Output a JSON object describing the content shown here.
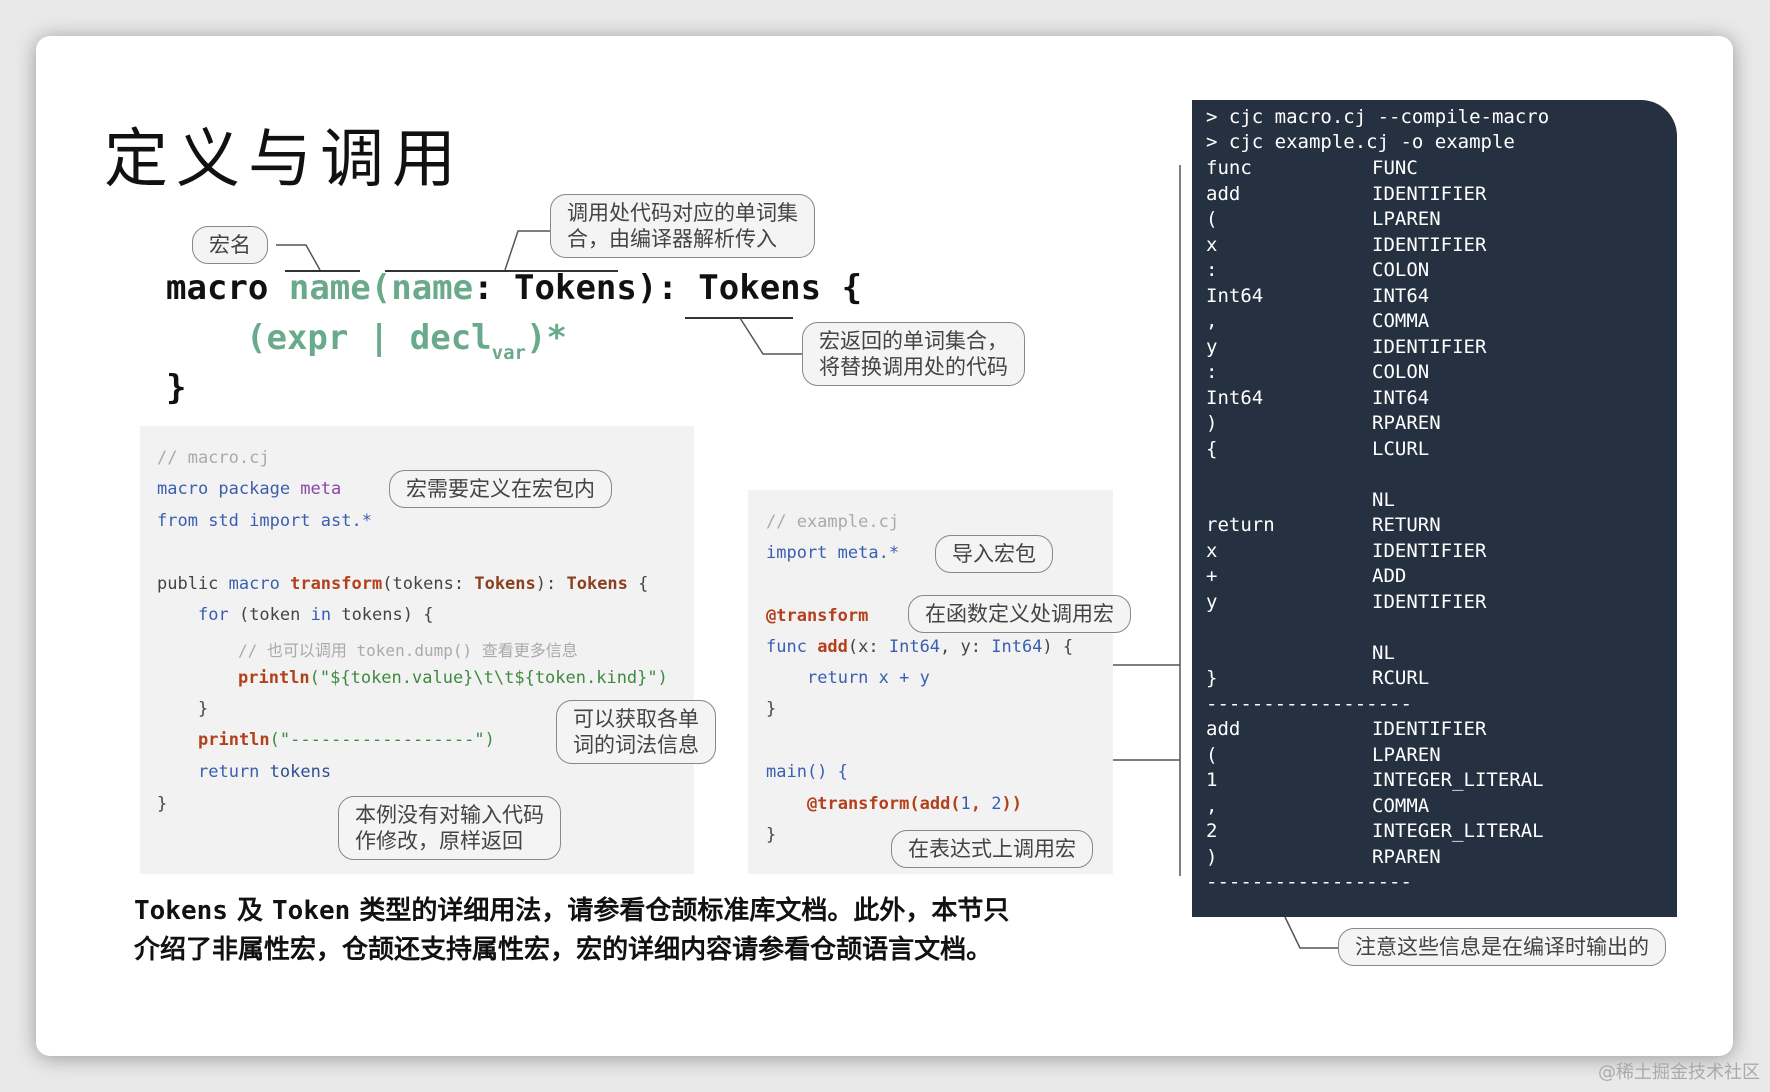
{
  "title": "定义与调用",
  "signature": {
    "kw_macro": "macro",
    "name1": "name",
    "paren_open": "(",
    "name2": "name",
    "colon_tokens": ": Tokens",
    "close_ret": "): ",
    "tokens_ret": "Tokens",
    "brace_open": " {",
    "body_open": "(expr | decl",
    "body_sub": "var",
    "body_close": ")*",
    "brace_close": "}"
  },
  "callouts": {
    "macro_name": "宏名",
    "tokens_in_line1": "调用处代码对应的单词集",
    "tokens_in_line2": "合，由编译器解析传入",
    "tokens_out_line1": "宏返回的单词集合，",
    "tokens_out_line2": "将替换调用处的代码",
    "macro_package": "宏需要定义在宏包内",
    "lexical_line1": "可以获取各单",
    "lexical_line2": "词的词法信息",
    "return_line1": "本例没有对输入代码",
    "return_line2": "作修改，原样返回",
    "import_macro": "导入宏包",
    "call_on_func": "在函数定义处调用宏",
    "call_on_expr": "在表达式上调用宏",
    "compile_time": "注意这些信息是在编译时输出的"
  },
  "macro_code": {
    "l1": "// macro.cj",
    "l2_kw": "macro package",
    "l2_pk": " meta",
    "l3_kw": "from",
    "l3_rest": " std import ast.*",
    "l4_a": "public ",
    "l4_kw": "macro",
    "l4_sp": " ",
    "l4_fn": "transform",
    "l4_b": "(tokens: ",
    "l4_ty1": "Tokens",
    "l4_c": "): ",
    "l4_ty2": "Tokens",
    "l4_d": " {",
    "l5_kw": "for",
    "l5_a": " (token ",
    "l5_kw2": "in",
    "l5_b": " tokens) {",
    "l6": "// 也可以调用 token.dump() 查看更多信息",
    "l7_fn": "println",
    "l7_str": "(\"${token.value}\\t\\t${token.kind}\")",
    "l8": "}",
    "l9_fn": "println",
    "l9_str": "(\"------------------\")",
    "l10_kw": "return",
    "l10_id": " tokens",
    "l11": "}"
  },
  "example_code": {
    "l1": "// example.cj",
    "l2_kw": "import",
    "l2_rest": " meta.*",
    "l3": "@transform",
    "l4_kw": "func",
    "l4_fn": " add",
    "l4_a": "(x: ",
    "l4_t1": "Int64",
    "l4_b": ", y: ",
    "l4_t2": "Int64",
    "l4_c": ") {",
    "l5_kw": "return",
    "l5_rest": " x + y",
    "l6": "}",
    "l7": "main() {",
    "l8_macro": "@transform",
    "l8_a": "(add(",
    "l8_n1": "1",
    "l8_b": ", ",
    "l8_n2": "2",
    "l8_c": "))",
    "l9": "}"
  },
  "terminal": {
    "commands": [
      "> cjc macro.cj --compile-macro",
      "> cjc example.cj -o example"
    ],
    "rows": [
      {
        "value": "func",
        "kind": "FUNC"
      },
      {
        "value": "add",
        "kind": "IDENTIFIER"
      },
      {
        "value": "(",
        "kind": "LPAREN"
      },
      {
        "value": "x",
        "kind": "IDENTIFIER"
      },
      {
        "value": ":",
        "kind": "COLON"
      },
      {
        "value": "Int64",
        "kind": "INT64"
      },
      {
        "value": ",",
        "kind": "COMMA"
      },
      {
        "value": "y",
        "kind": "IDENTIFIER"
      },
      {
        "value": ":",
        "kind": "COLON"
      },
      {
        "value": "Int64",
        "kind": "INT64"
      },
      {
        "value": ")",
        "kind": "RPAREN"
      },
      {
        "value": "{",
        "kind": "LCURL"
      },
      {
        "value": "",
        "kind": ""
      },
      {
        "value": "",
        "kind": "NL"
      },
      {
        "value": "return",
        "kind": "RETURN"
      },
      {
        "value": "x",
        "kind": "IDENTIFIER"
      },
      {
        "value": "+",
        "kind": "ADD"
      },
      {
        "value": "y",
        "kind": "IDENTIFIER"
      },
      {
        "value": "",
        "kind": ""
      },
      {
        "value": "",
        "kind": "NL"
      },
      {
        "value": "}",
        "kind": "RCURL"
      },
      {
        "value": "------------------",
        "kind": ""
      },
      {
        "value": "add",
        "kind": "IDENTIFIER"
      },
      {
        "value": "(",
        "kind": "LPAREN"
      },
      {
        "value": "1",
        "kind": "INTEGER_LITERAL"
      },
      {
        "value": ",",
        "kind": "COMMA"
      },
      {
        "value": "2",
        "kind": "INTEGER_LITERAL"
      },
      {
        "value": ")",
        "kind": "RPAREN"
      },
      {
        "value": "------------------",
        "kind": ""
      }
    ]
  },
  "note": {
    "tokens": "Tokens",
    "t1": " 及 ",
    "token": "Token",
    "t2": " 类型的详细用法，请参看仓颉标准库文档。此外，本节只",
    "t3": "介绍了",
    "b1": "非属性宏",
    "t4": "，仓颉还支持",
    "b2": "属性宏",
    "t5": "，宏的详细内容请参看仓颉语言文档。"
  },
  "watermark": "@稀土掘金技术社区"
}
